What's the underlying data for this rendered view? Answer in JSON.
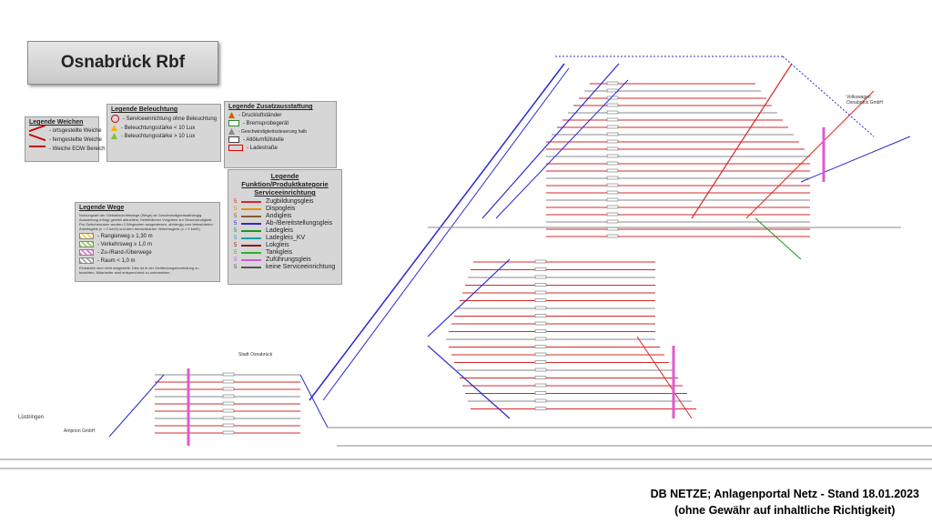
{
  "title": "Osnabrück Rbf",
  "legend_weichen": {
    "heading": "Legende Weichen",
    "items": [
      "- ortsgestellte Weiche",
      "- ferngestellte Weiche",
      "- Weiche EOW Bereich"
    ]
  },
  "legend_beleuchtung": {
    "heading": "Legende Beleuchtung",
    "items": [
      "- Serviceeinrichtung ohne Beleuchtung",
      "- Beleuchtungsstärke < 10 Lux",
      "- Beleuchtungsstärke > 10 Lux"
    ]
  },
  "legend_zusatz": {
    "heading": "Legende Zusatzausstattung",
    "items": [
      "- Druckluftständer",
      "- Bremsprobegerät",
      "- Geschwindigkeitssteuerung halb",
      "- Altölumfüllstelle",
      "- Ladestraße"
    ]
  },
  "legend_wege": {
    "heading": "Legende Wege",
    "text": "Nutzungsart der Gleisabschnittswege (Wege) ist Geschwindigkeitsabhängig. Auswertung erfolgt gemäß aktuellem, betrieblichen Vorgaben zur Geschwindigkeit. Pro Zwischenraum werden 2 Wegearten ausgewiesen, abhängig vom betrachteten Arbeitsgleis (v > 0 km/h) und dem benachbarten Verkehrsgleis (v = 0 km/h)",
    "items": [
      "- Rangierweg ≥ 1,30 m",
      "- Verkehrsweg ≥ 1,0 m",
      "- Zu-/Rand-/Überwege",
      "- Raum < 1,0 m"
    ],
    "footnote": "Einbauten sind nicht dargestellt. Dies ist in der Gefährdungsbeurteilung zu beachten. Mitarbeiter sind entsprechend zu unterweisen."
  },
  "legend_funktion": {
    "heading": "Legende Funktion/Produktkategorie Serviceeinrichtung",
    "items": [
      {
        "num": "5",
        "label": "Zugbildungsgleis",
        "color": "#d62828"
      },
      {
        "num": "5",
        "label": "Dispogleis",
        "color": "#f08a00"
      },
      {
        "num": "5",
        "label": "Andigleis",
        "color": "#8a5a2b"
      },
      {
        "num": "5",
        "label": "Ab-/Bereitstellungsgleis",
        "color": "#2a2ad0"
      },
      {
        "num": "5",
        "label": "Ladegleis",
        "color": "#1a9a1a"
      },
      {
        "num": "5",
        "label": "Ladegleis_KV",
        "color": "#17a3a3"
      },
      {
        "num": "5",
        "label": "Lokgleis",
        "color": "#8b1a1a"
      },
      {
        "num": "5",
        "label": "Tankgleis",
        "color": "#2ab52a"
      },
      {
        "num": "5",
        "label": "Zuführungsgleis",
        "color": "#d05ad0"
      },
      {
        "num": "5",
        "label": "keine Serviceeinrichtung",
        "color": "#555555"
      }
    ]
  },
  "places": {
    "luestringen": "Lüstringen",
    "stadt": "Stadt Osnabrück",
    "vw": "Volkswagen Osnabrück GmbH",
    "amprion": "Amprion GmbH"
  },
  "footer": {
    "line1": "DB NETZE; Anlagenportal Netz - Stand 18.01.2023",
    "line2": "(ohne Gewähr auf inhaltliche Richtigkeit)"
  },
  "colors": {
    "red": "#d62828",
    "blue": "#2a2ad0",
    "grey": "#8a8a8a",
    "pink": "#e05ad0",
    "green": "#1a9a1a"
  }
}
